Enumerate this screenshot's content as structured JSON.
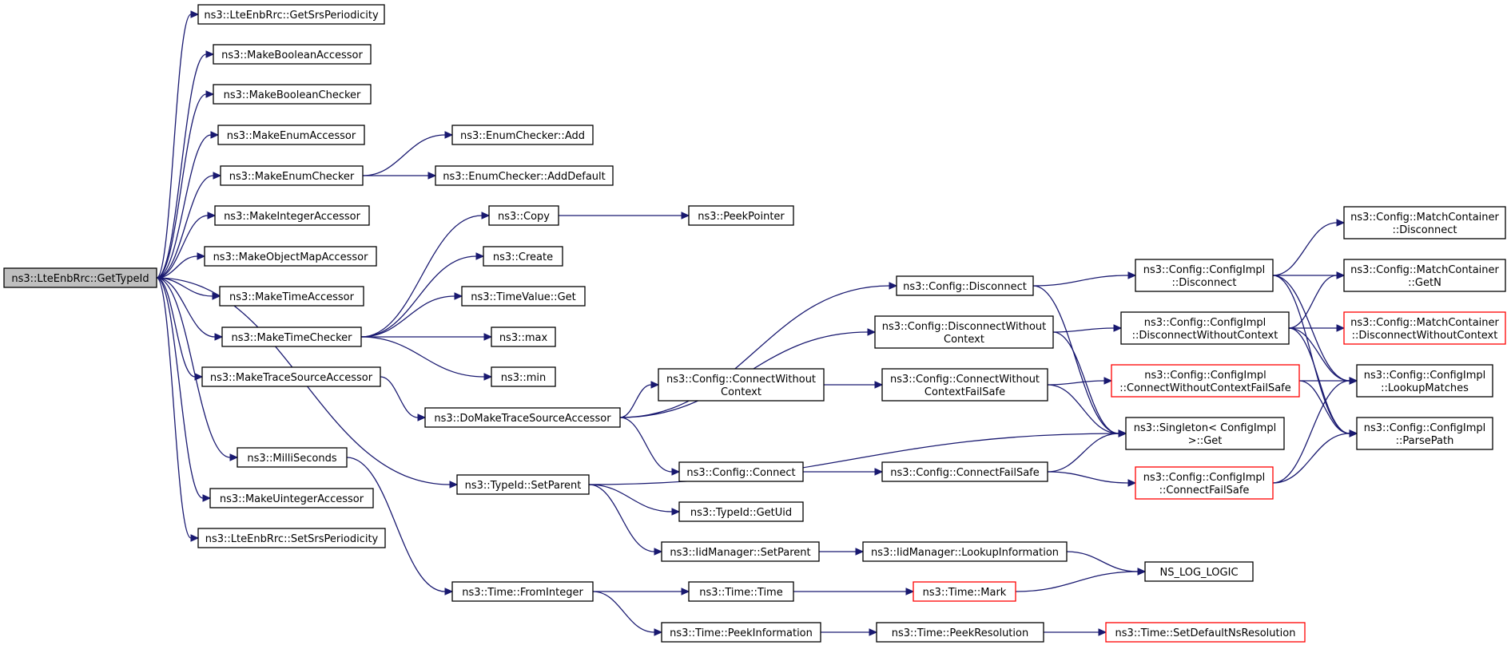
{
  "graph": {
    "edge_color": "#191970",
    "highlight_border_color": "#ff0000",
    "root_fill": "#bfbfbf",
    "nodes": [
      {
        "id": "getTypeId",
        "lines": [
          "ns3::LteEnbRrc::GetTypeId"
        ],
        "root": true
      },
      {
        "id": "getSrs",
        "lines": [
          "ns3::LteEnbRrc::GetSrsPeriodicity"
        ]
      },
      {
        "id": "mkBoolAcc",
        "lines": [
          "ns3::MakeBooleanAccessor"
        ]
      },
      {
        "id": "mkBoolChk",
        "lines": [
          "ns3::MakeBooleanChecker"
        ]
      },
      {
        "id": "mkEnumAcc",
        "lines": [
          "ns3::MakeEnumAccessor"
        ]
      },
      {
        "id": "mkEnumChk",
        "lines": [
          "ns3::MakeEnumChecker"
        ]
      },
      {
        "id": "mkIntAcc",
        "lines": [
          "ns3::MakeIntegerAccessor"
        ]
      },
      {
        "id": "mkObjMap",
        "lines": [
          "ns3::MakeObjectMapAccessor"
        ]
      },
      {
        "id": "mkTimeAcc",
        "lines": [
          "ns3::MakeTimeAccessor"
        ]
      },
      {
        "id": "mkTimeChk",
        "lines": [
          "ns3::MakeTimeChecker"
        ]
      },
      {
        "id": "mkTraceSrc",
        "lines": [
          "ns3::MakeTraceSourceAccessor"
        ]
      },
      {
        "id": "milliSec",
        "lines": [
          "ns3::MilliSeconds"
        ]
      },
      {
        "id": "mkUintAcc",
        "lines": [
          "ns3::MakeUintegerAccessor"
        ]
      },
      {
        "id": "setSrs",
        "lines": [
          "ns3::LteEnbRrc::SetSrsPeriodicity"
        ]
      },
      {
        "id": "enumAdd",
        "lines": [
          "ns3::EnumChecker::Add"
        ]
      },
      {
        "id": "enumAddDef",
        "lines": [
          "ns3::EnumChecker::AddDefault"
        ]
      },
      {
        "id": "copy",
        "lines": [
          "ns3::Copy"
        ]
      },
      {
        "id": "peekPtr",
        "lines": [
          "ns3::PeekPointer"
        ]
      },
      {
        "id": "create",
        "lines": [
          "ns3::Create"
        ]
      },
      {
        "id": "timeValGet",
        "lines": [
          "ns3::TimeValue::Get"
        ]
      },
      {
        "id": "max",
        "lines": [
          "ns3::max"
        ]
      },
      {
        "id": "min",
        "lines": [
          "ns3::min"
        ]
      },
      {
        "id": "doMkTrace",
        "lines": [
          "ns3::DoMakeTraceSourceAccessor"
        ]
      },
      {
        "id": "typeIdSetParent",
        "lines": [
          "ns3::TypeId::SetParent"
        ]
      },
      {
        "id": "timeFromInt",
        "lines": [
          "ns3::Time::FromInteger"
        ]
      },
      {
        "id": "cfgDisconnect",
        "lines": [
          "ns3::Config::Disconnect"
        ]
      },
      {
        "id": "cfgDiscWoCtx",
        "lines": [
          "ns3::Config::DisconnectWithout",
          "Context"
        ]
      },
      {
        "id": "cfgConnWoCtx",
        "lines": [
          "ns3::Config::ConnectWithout",
          "Context"
        ]
      },
      {
        "id": "cfgConnect",
        "lines": [
          "ns3::Config::Connect"
        ]
      },
      {
        "id": "typeIdGetUid",
        "lines": [
          "ns3::TypeId::GetUid"
        ]
      },
      {
        "id": "iidSetParent",
        "lines": [
          "ns3::IidManager::SetParent"
        ]
      },
      {
        "id": "timeTime",
        "lines": [
          "ns3::Time::Time"
        ]
      },
      {
        "id": "timePeekInfo",
        "lines": [
          "ns3::Time::PeekInformation"
        ]
      },
      {
        "id": "cfgConnWoCtxFS",
        "lines": [
          "ns3::Config::ConnectWithout",
          "ContextFailSafe"
        ]
      },
      {
        "id": "cfgConnFS",
        "lines": [
          "ns3::Config::ConnectFailSafe"
        ]
      },
      {
        "id": "iidLookup",
        "lines": [
          "ns3::IidManager::LookupInformation"
        ]
      },
      {
        "id": "timeMark",
        "lines": [
          "ns3::Time::Mark"
        ],
        "red": true
      },
      {
        "id": "timePeekRes",
        "lines": [
          "ns3::Time::PeekResolution"
        ]
      },
      {
        "id": "implDisconnect",
        "lines": [
          "ns3::Config::ConfigImpl",
          "::Disconnect"
        ]
      },
      {
        "id": "implDiscWoCtx",
        "lines": [
          "ns3::Config::ConfigImpl",
          "::DisconnectWithoutContext"
        ]
      },
      {
        "id": "implConnWoCtxFS",
        "lines": [
          "ns3::Config::ConfigImpl",
          "::ConnectWithoutContextFailSafe"
        ],
        "red": true
      },
      {
        "id": "singletonGet",
        "lines": [
          "ns3::Singleton< ConfigImpl",
          " >::Get"
        ]
      },
      {
        "id": "implConnFS",
        "lines": [
          "ns3::Config::ConfigImpl",
          "::ConnectFailSafe"
        ],
        "red": true
      },
      {
        "id": "nsLogLogic",
        "lines": [
          "NS_LOG_LOGIC"
        ]
      },
      {
        "id": "setDefNsRes",
        "lines": [
          "ns3::Time::SetDefaultNsResolution"
        ],
        "red": true
      },
      {
        "id": "mcDisconnect",
        "lines": [
          "ns3::Config::MatchContainer",
          "::Disconnect"
        ]
      },
      {
        "id": "mcGetN",
        "lines": [
          "ns3::Config::MatchContainer",
          "::GetN"
        ]
      },
      {
        "id": "mcDiscWoCtx",
        "lines": [
          "ns3::Config::MatchContainer",
          "::DisconnectWithoutContext"
        ],
        "red": true
      },
      {
        "id": "implLookup",
        "lines": [
          "ns3::Config::ConfigImpl",
          "::LookupMatches"
        ]
      },
      {
        "id": "implParse",
        "lines": [
          "ns3::Config::ConfigImpl",
          "::ParsePath"
        ]
      }
    ],
    "edges": [
      [
        "getTypeId",
        "getSrs"
      ],
      [
        "getTypeId",
        "mkBoolAcc"
      ],
      [
        "getTypeId",
        "mkBoolChk"
      ],
      [
        "getTypeId",
        "mkEnumAcc"
      ],
      [
        "getTypeId",
        "mkEnumChk"
      ],
      [
        "getTypeId",
        "mkIntAcc"
      ],
      [
        "getTypeId",
        "mkObjMap"
      ],
      [
        "getTypeId",
        "mkTimeAcc"
      ],
      [
        "getTypeId",
        "mkTimeChk"
      ],
      [
        "getTypeId",
        "mkTraceSrc"
      ],
      [
        "getTypeId",
        "milliSec"
      ],
      [
        "getTypeId",
        "mkUintAcc"
      ],
      [
        "getTypeId",
        "setSrs"
      ],
      [
        "getTypeId",
        "typeIdSetParent"
      ],
      [
        "mkEnumChk",
        "enumAdd"
      ],
      [
        "mkEnumChk",
        "enumAddDef"
      ],
      [
        "mkTimeChk",
        "copy"
      ],
      [
        "mkTimeChk",
        "create"
      ],
      [
        "mkTimeChk",
        "timeValGet"
      ],
      [
        "mkTimeChk",
        "max"
      ],
      [
        "mkTimeChk",
        "min"
      ],
      [
        "copy",
        "peekPtr"
      ],
      [
        "mkTraceSrc",
        "doMkTrace"
      ],
      [
        "milliSec",
        "timeFromInt"
      ],
      [
        "doMkTrace",
        "cfgDisconnect"
      ],
      [
        "doMkTrace",
        "cfgDiscWoCtx"
      ],
      [
        "doMkTrace",
        "cfgConnWoCtx"
      ],
      [
        "doMkTrace",
        "cfgConnect"
      ],
      [
        "typeIdSetParent",
        "singletonGet"
      ],
      [
        "typeIdSetParent",
        "typeIdGetUid"
      ],
      [
        "typeIdSetParent",
        "iidSetParent"
      ],
      [
        "timeFromInt",
        "timeTime"
      ],
      [
        "timeFromInt",
        "timePeekInfo"
      ],
      [
        "cfgDisconnect",
        "implDisconnect"
      ],
      [
        "cfgDisconnect",
        "singletonGet"
      ],
      [
        "cfgDiscWoCtx",
        "implDiscWoCtx"
      ],
      [
        "cfgDiscWoCtx",
        "singletonGet"
      ],
      [
        "cfgConnWoCtx",
        "cfgConnWoCtxFS"
      ],
      [
        "cfgConnect",
        "cfgConnFS"
      ],
      [
        "iidSetParent",
        "iidLookup"
      ],
      [
        "timeTime",
        "timeMark"
      ],
      [
        "timePeekInfo",
        "timePeekRes"
      ],
      [
        "cfgConnWoCtxFS",
        "implConnWoCtxFS"
      ],
      [
        "cfgConnWoCtxFS",
        "singletonGet"
      ],
      [
        "cfgConnFS",
        "singletonGet"
      ],
      [
        "cfgConnFS",
        "implConnFS"
      ],
      [
        "iidLookup",
        "nsLogLogic"
      ],
      [
        "timeMark",
        "nsLogLogic"
      ],
      [
        "timePeekRes",
        "setDefNsRes"
      ],
      [
        "implDisconnect",
        "mcDisconnect"
      ],
      [
        "implDisconnect",
        "mcGetN"
      ],
      [
        "implDisconnect",
        "implLookup"
      ],
      [
        "implDisconnect",
        "implParse"
      ],
      [
        "implDiscWoCtx",
        "mcGetN"
      ],
      [
        "implDiscWoCtx",
        "mcDiscWoCtx"
      ],
      [
        "implDiscWoCtx",
        "implLookup"
      ],
      [
        "implDiscWoCtx",
        "implParse"
      ],
      [
        "implConnWoCtxFS",
        "implLookup"
      ],
      [
        "implConnWoCtxFS",
        "implParse"
      ],
      [
        "implConnFS",
        "implLookup"
      ],
      [
        "implConnFS",
        "implParse"
      ]
    ]
  }
}
